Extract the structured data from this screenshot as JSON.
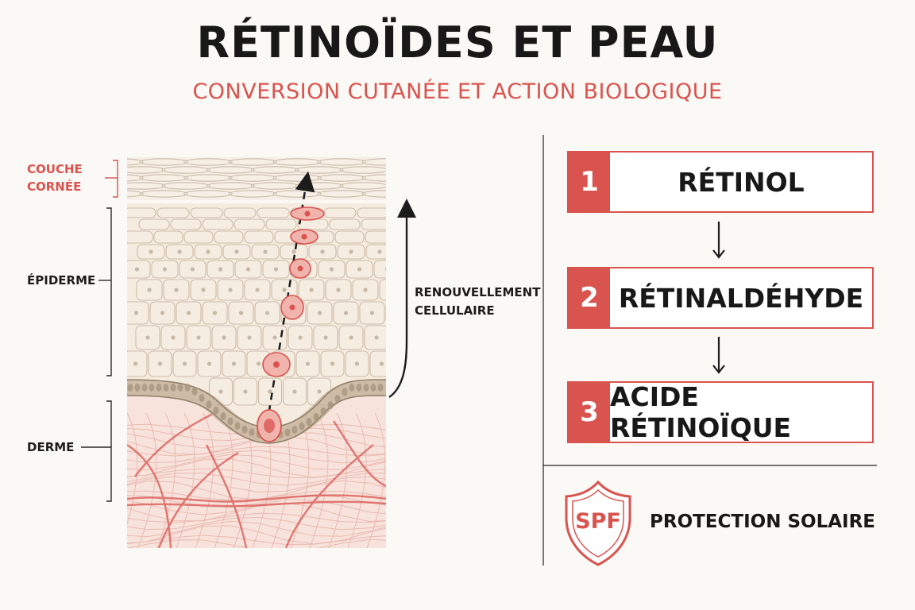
{
  "header": {
    "title": "RÉTINOÏDES ET PEAU",
    "subtitle": "CONVERSION CUTANÉE ET ACTION BIOLOGIQUE"
  },
  "skin_diagram": {
    "layers": {
      "stratum_corneum_line1": "COUCHE",
      "stratum_corneum_line2": "CORNÉE",
      "epidermis": "ÉPIDERME",
      "dermis": "DERME"
    },
    "renewal_line1": "RENOUVELLEMENT",
    "renewal_line2": "CELLULAIRE"
  },
  "conversion_steps": [
    {
      "number": "1",
      "label": "RÉTINOL"
    },
    {
      "number": "2",
      "label": "RÉTINALDÉHYDE"
    },
    {
      "number": "3",
      "label": "ACIDE RÉTINOÏQUE"
    }
  ],
  "sun_protection": {
    "badge": "SPF",
    "label": "PROTECTION SOLAIRE"
  },
  "colors": {
    "accent_red": "#d9534f",
    "text_dark": "#181818",
    "background": "#fbf9f5"
  }
}
